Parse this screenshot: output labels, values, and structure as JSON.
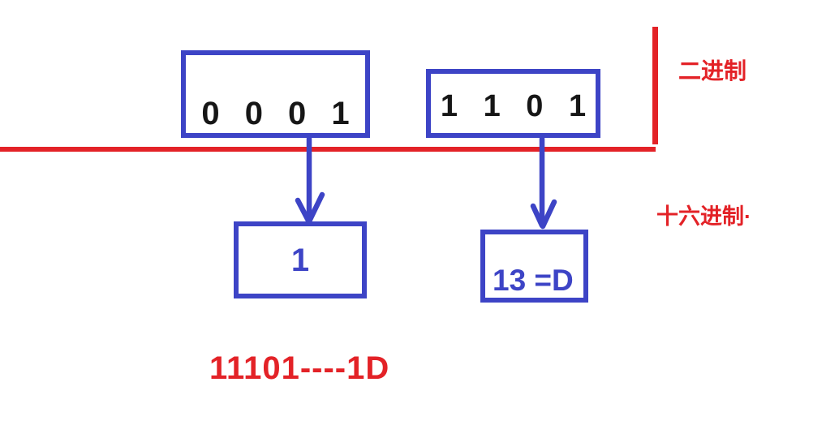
{
  "labels": {
    "binary_system": "二进制",
    "hex_system": "十六进制·",
    "summary": "11101----1D"
  },
  "nibbles": [
    {
      "bits": "0 0 0 1",
      "hex": "1"
    },
    {
      "bits": "1 1 0 1",
      "hex": "13 =D"
    }
  ],
  "icons": {
    "arrow_left": "down-arrow-icon",
    "arrow_right": "down-arrow-icon"
  },
  "colors": {
    "red": "#e32227",
    "blue": "#3d44c6",
    "digits": "#161616",
    "background": "#ffffff"
  }
}
